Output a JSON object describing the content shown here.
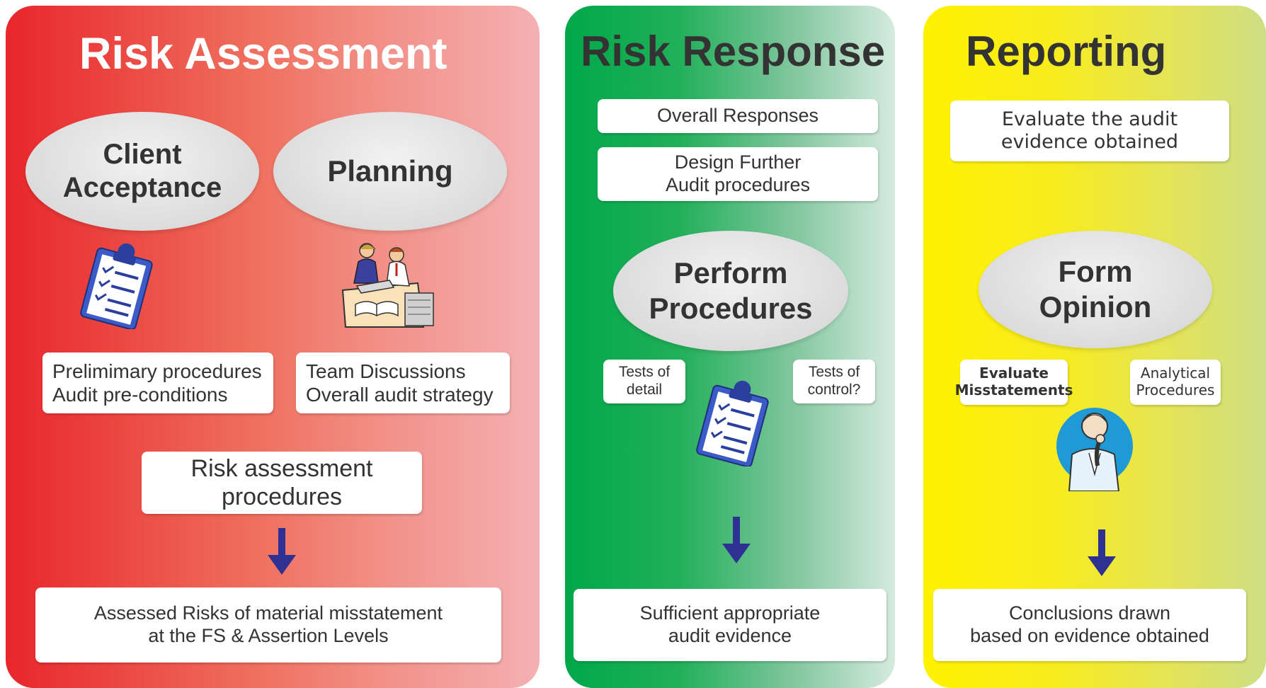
{
  "risk_assessment": {
    "title": "Risk Assessment",
    "client_acceptance_line1": "Client",
    "client_acceptance_line2": "Acceptance",
    "planning": "Planning",
    "preliminary_line1": "Prelimimary procedures",
    "preliminary_line2": "Audit pre-conditions",
    "team_line1": "Team Discussions",
    "team_line2": "Overall  audit strategy",
    "ra_procedures_line1": "Risk assessment",
    "ra_procedures_line2": "procedures",
    "assessed_line1": "Assessed Risks of material misstatement",
    "assessed_line2": "at the FS & Assertion Levels"
  },
  "risk_response": {
    "title": "Risk Response",
    "overall_responses": "Overall Responses",
    "design_line1": "Design Further",
    "design_line2": "Audit procedures",
    "perform_line1": "Perform",
    "perform_line2": "Procedures",
    "tests_detail_line1": "Tests of",
    "tests_detail_line2": "detail",
    "tests_control_line1": "Tests of",
    "tests_control_line2": "control?",
    "sufficient_line1": "Sufficient appropriate",
    "sufficient_line2": "audit evidence"
  },
  "reporting": {
    "title": "Reporting",
    "evaluate_line1": "Evaluate the audit",
    "evaluate_line2": "evidence obtained",
    "form_line1": "Form",
    "form_line2": "Opinion",
    "eval_mis_line1": "Evaluate",
    "eval_mis_line2": "Misstatements",
    "analytical_line1": "Analytical",
    "analytical_line2": "Procedures",
    "conclusions_line1": "Conclusions drawn",
    "conclusions_line2": "based on evidence obtained"
  },
  "colors": {
    "red_panel": "#e8262b",
    "green_panel": "#00a84a",
    "yellow_panel": "#fff200",
    "arrow": "#2e3192",
    "text_dark": "#333333"
  },
  "icons": [
    "clipboard-checklist-icon",
    "team-meeting-icon",
    "thinking-man-icon",
    "arrow-down-icon"
  ]
}
